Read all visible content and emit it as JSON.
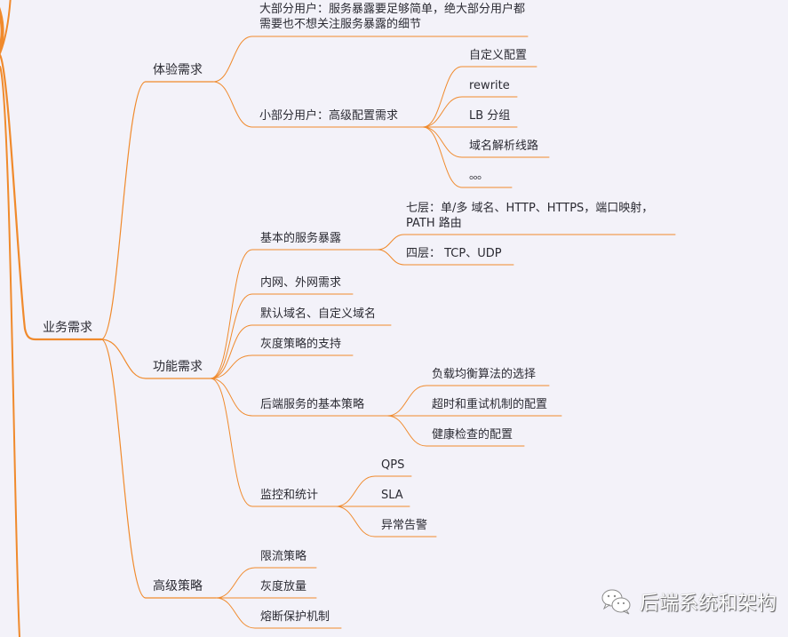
{
  "mindmap": {
    "colors": {
      "background": "#f3f2f9",
      "branch": "#f08a2c",
      "text": "#2b2b33"
    },
    "root_branch": {
      "label": "业务需求",
      "children": [
        {
          "label": "体验需求",
          "children": [
            {
              "label": "大部分用户：服务暴露要足够简单，绝大部分用户都需要也不想关注服务暴露的细节"
            },
            {
              "label": "小部分用户：高级配置需求",
              "children": [
                {
                  "label": "自定义配置"
                },
                {
                  "label": "rewrite"
                },
                {
                  "label": "LB 分组"
                },
                {
                  "label": "域名解析线路"
                },
                {
                  "label": "。。。"
                }
              ]
            }
          ]
        },
        {
          "label": "功能需求",
          "children": [
            {
              "label": "基本的服务暴露",
              "children": [
                {
                  "label": "七层：单/多 域名、HTTP、HTTPS，端口映射，PATH 路由"
                },
                {
                  "label": "四层： TCP、UDP"
                }
              ]
            },
            {
              "label": "内网、外网需求"
            },
            {
              "label": "默认域名、自定义域名"
            },
            {
              "label": "灰度策略的支持"
            },
            {
              "label": "后端服务的基本策略",
              "children": [
                {
                  "label": "负载均衡算法的选择"
                },
                {
                  "label": "超时和重试机制的配置"
                },
                {
                  "label": "健康检查的配置"
                }
              ]
            },
            {
              "label": "监控和统计",
              "children": [
                {
                  "label": "QPS"
                },
                {
                  "label": "SLA"
                },
                {
                  "label": "异常告警"
                }
              ]
            }
          ]
        },
        {
          "label": "高级策略",
          "children": [
            {
              "label": "限流策略"
            },
            {
              "label": "灰度放量"
            },
            {
              "label": "熔断保护机制"
            }
          ]
        }
      ]
    }
  },
  "watermark": {
    "icon": "wechat-icon",
    "text": "后端系统和架构"
  }
}
